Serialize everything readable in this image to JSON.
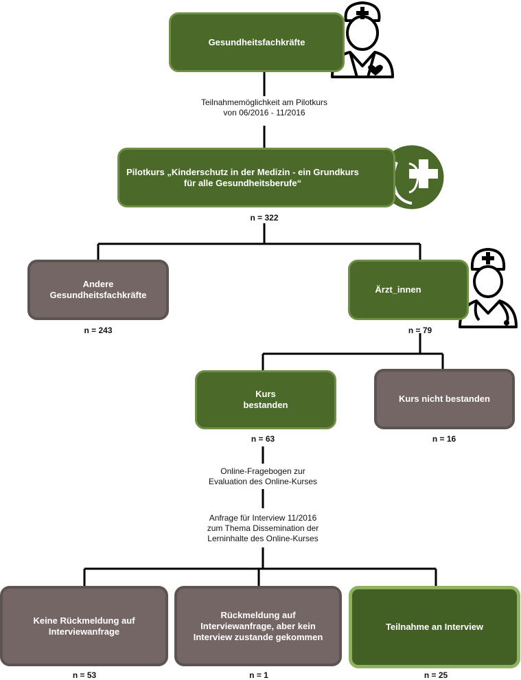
{
  "nodes": {
    "health_professionals": "Gesundheitsfachkräfte",
    "pilot_course": "Pilotkurs „Kinderschutz in der Medizin - ein Grundkurs\nfür alle Gesundheitsberufe“",
    "other_professionals": "Andere\nGesundheitsfachkräfte",
    "physicians": "Ärzt_innen",
    "passed": "Kurs\nbestanden",
    "not_passed": "Kurs nicht bestanden",
    "no_response": "Keine Rückmeldung auf\nInterviewanfrage",
    "response_no_interview": "Rückmeldung auf\nInterviewanfrage, aber kein\nInterview zustande gekommen",
    "interview": "Teilnahme an Interview"
  },
  "labels": {
    "participation": "Teilnahmemöglichkeit am Pilotkurs\nvon 06/2016 - 11/2016",
    "questionnaire": "Online-Fragebogen zur\nEvaluation des Online-Kurses",
    "interview_request": "Anfrage für Interview 11/2016\nzum Thema Dissemination der\nLerninhalte des Online-Kurses"
  },
  "counts": {
    "pilot_course": "n = 322",
    "other_professionals": "n = 243",
    "physicians": "n = 79",
    "passed": "n = 63",
    "not_passed": "n = 16",
    "no_response": "n = 53",
    "response_no_interview": "n = 1",
    "interview": "n = 25"
  },
  "icons": [
    "nurse-icon",
    "child-protection-icon",
    "doctor-icon"
  ],
  "colors": {
    "green": "#4b6a2a",
    "gray": "#746664",
    "highlight_border": "#8eb35f"
  }
}
